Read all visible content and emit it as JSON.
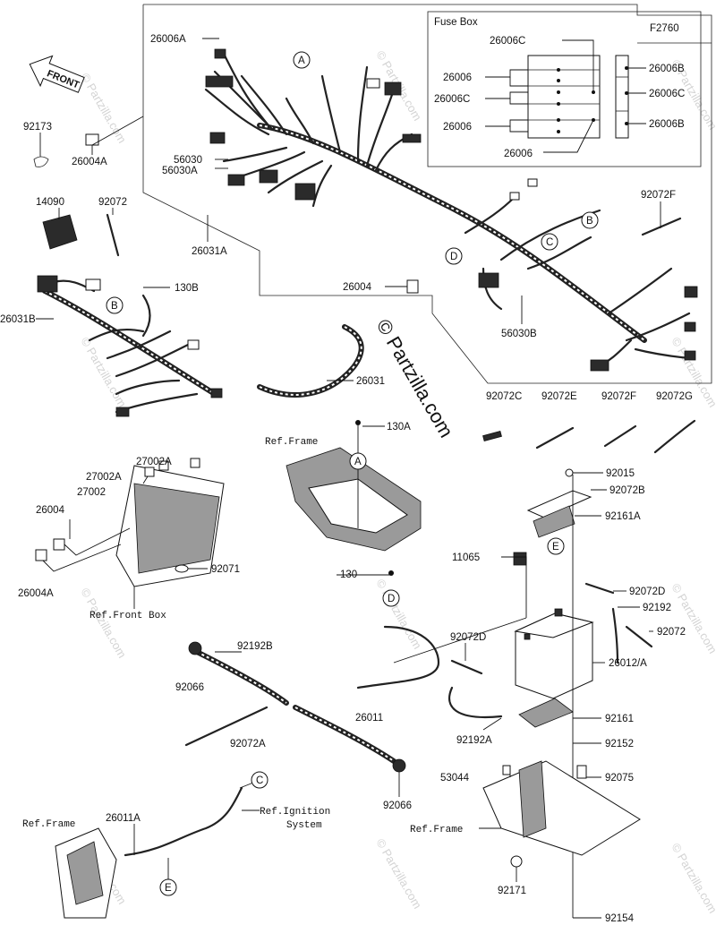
{
  "diagram": {
    "figure_code": "F2760",
    "copyright": "© Partzilla.com",
    "watermark": "© Partzilla.com",
    "front_arrow_label": "FRONT",
    "fuse_box": {
      "title": "Fuse Box",
      "labels": [
        "26006C",
        "26006",
        "26006C",
        "26006",
        "26006",
        "26006B",
        "26006C",
        "26006B"
      ]
    },
    "callouts": [
      "A",
      "B",
      "C",
      "D",
      "E"
    ],
    "part_labels": {
      "p26006A": "26006A",
      "p92173": "92173",
      "p26004A_top": "26004A",
      "p56030": "56030",
      "p56030A": "56030A",
      "p14090": "14090",
      "p92072": "92072",
      "p26031A": "26031A",
      "p92072F_top": "92072F",
      "p26004_mid": "26004",
      "p56030B": "56030B",
      "p130B": "130B",
      "p26031B": "26031B",
      "p26031": "26031",
      "p92072C": "92072C",
      "p92072E": "92072E",
      "p92072F": "92072F",
      "p92072G": "92072G",
      "p130A": "130A",
      "p27002A_1": "27002A",
      "p27002A_2": "27002A",
      "p27002": "27002",
      "p26004_left": "26004",
      "p26004A_left": "26004A",
      "p92071": "92071",
      "p92015": "92015",
      "p92072B": "92072B",
      "p92161A": "92161A",
      "p11065": "11065",
      "p130": "130",
      "p92072D_r": "92072D",
      "p92192": "92192",
      "p92072_r": "92072",
      "p26012A": "26012/A",
      "p92192B": "92192B",
      "p92066_top": "92066",
      "p92072D_m": "92072D",
      "p26011": "26011",
      "p92161": "92161",
      "p92072A": "92072A",
      "p92192A": "92192A",
      "p92152": "92152",
      "p53044": "53044",
      "p92075": "92075",
      "p92066_bot": "92066",
      "p26011A": "26011A",
      "p92171": "92171",
      "p92154": "92154"
    },
    "ref_labels": {
      "ref_frame_mid": "Ref.Frame",
      "ref_front_box": "Ref.Front Box",
      "ref_frame_left": "Ref.Frame",
      "ref_ignition_1": "Ref.Ignition",
      "ref_ignition_2": "System",
      "ref_frame_right": "Ref.Frame"
    }
  }
}
